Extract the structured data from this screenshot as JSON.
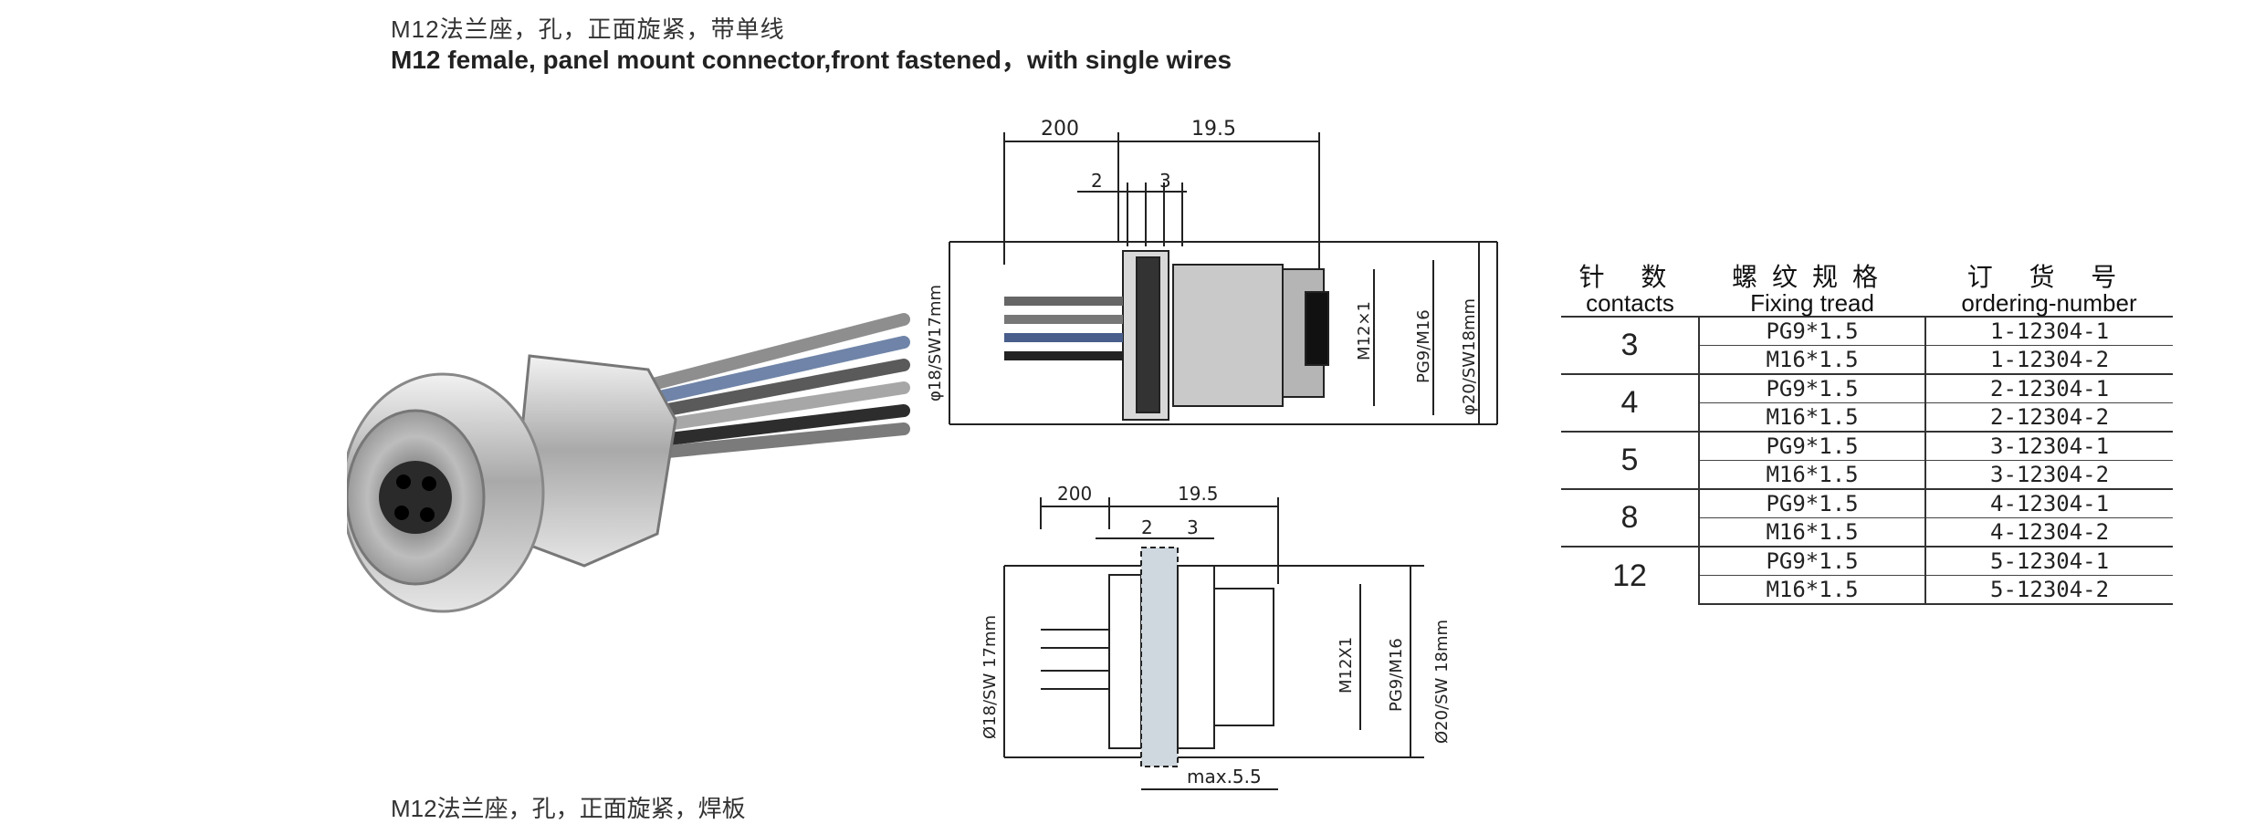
{
  "header": {
    "title_cn": "M12法兰座，孔，正面旋紧，带单线",
    "title_en": "M12 female, panel mount connector,front fastened，with single wires"
  },
  "drawing_top": {
    "dims": {
      "wire_length": "200",
      "body_length": "19.5",
      "gap_a": "2",
      "gap_b": "3",
      "d_left": "φ18/SW17mm",
      "thread": "M12×1",
      "pg": "PG9/M16",
      "d_right": "φ20/SW18mm"
    }
  },
  "drawing_bottom": {
    "dims": {
      "wire_length": "200",
      "body_length": "19.5",
      "gap_a": "2",
      "gap_b": "3",
      "d_left": "Ø18/SW 17mm",
      "thread": "M12X1",
      "pg": "PG9/M16",
      "d_right": "Ø20/SW 18mm",
      "max": "max.5.5"
    }
  },
  "table": {
    "headers": [
      {
        "cn": "针 数",
        "en": "contacts"
      },
      {
        "cn": "螺纹规格",
        "en": "Fixing tread"
      },
      {
        "cn": "订 货 号",
        "en": "ordering-number"
      }
    ],
    "rows": [
      {
        "contacts": "3",
        "items": [
          {
            "thread": "PG9*1.5",
            "order": "1-12304-1"
          },
          {
            "thread": "M16*1.5",
            "order": "1-12304-2"
          }
        ]
      },
      {
        "contacts": "4",
        "items": [
          {
            "thread": "PG9*1.5",
            "order": "2-12304-1"
          },
          {
            "thread": "M16*1.5",
            "order": "2-12304-2"
          }
        ]
      },
      {
        "contacts": "5",
        "items": [
          {
            "thread": "PG9*1.5",
            "order": "3-12304-1"
          },
          {
            "thread": "M16*1.5",
            "order": "3-12304-2"
          }
        ]
      },
      {
        "contacts": "8",
        "items": [
          {
            "thread": "PG9*1.5",
            "order": "4-12304-1"
          },
          {
            "thread": "M16*1.5",
            "order": "4-12304-2"
          }
        ]
      },
      {
        "contacts": "12",
        "items": [
          {
            "thread": "PG9*1.5",
            "order": "5-12304-1"
          },
          {
            "thread": "M16*1.5",
            "order": "5-12304-2"
          }
        ]
      }
    ]
  },
  "footer": {
    "cut_text": "M12法兰座，孔，正面旋紧，焊板"
  }
}
